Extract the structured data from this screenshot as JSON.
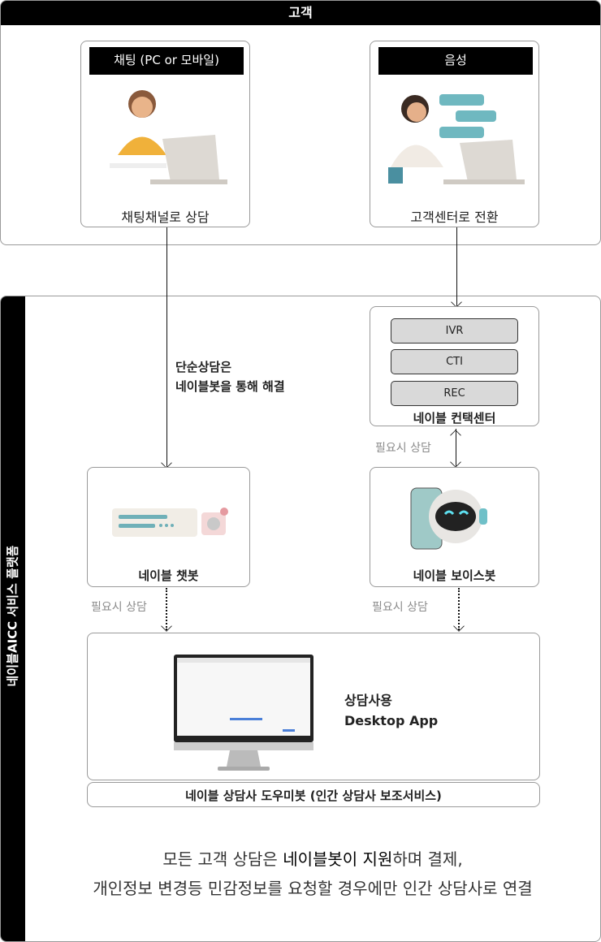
{
  "customer": {
    "title": "고객",
    "chat": {
      "label": "채팅 (PC or 모바일)",
      "caption": "채팅채널로 상담"
    },
    "voice": {
      "label": "음성",
      "caption": "고객센터로 전환"
    }
  },
  "platform": {
    "title": "네이블AICC 서비스 플랫폼",
    "simple_note_1": "단순상담은",
    "simple_note_2": "네이블봇을 통해 해결",
    "contact_center": {
      "items": [
        "IVR",
        "CTI",
        "REC"
      ],
      "label": "네이블 컨택센터"
    },
    "need_consult": "필요시 상담",
    "chatbot": "네이블 챗봇",
    "voicebot": "네이블 보이스봇",
    "desktop": {
      "line1": "상담사용",
      "line2": "Desktop App",
      "label": "네이블 상담사 도우미봇 (인간 상담사 보조서비스)"
    },
    "summary_1a": "모든 고객 상담은 ",
    "summary_1b": "네이블봇이 지원",
    "summary_1c": "하며 결제,",
    "summary_2": "개인정보 변경등 민감정보를 요청할 경우에만 인간 상담사로 연결"
  }
}
